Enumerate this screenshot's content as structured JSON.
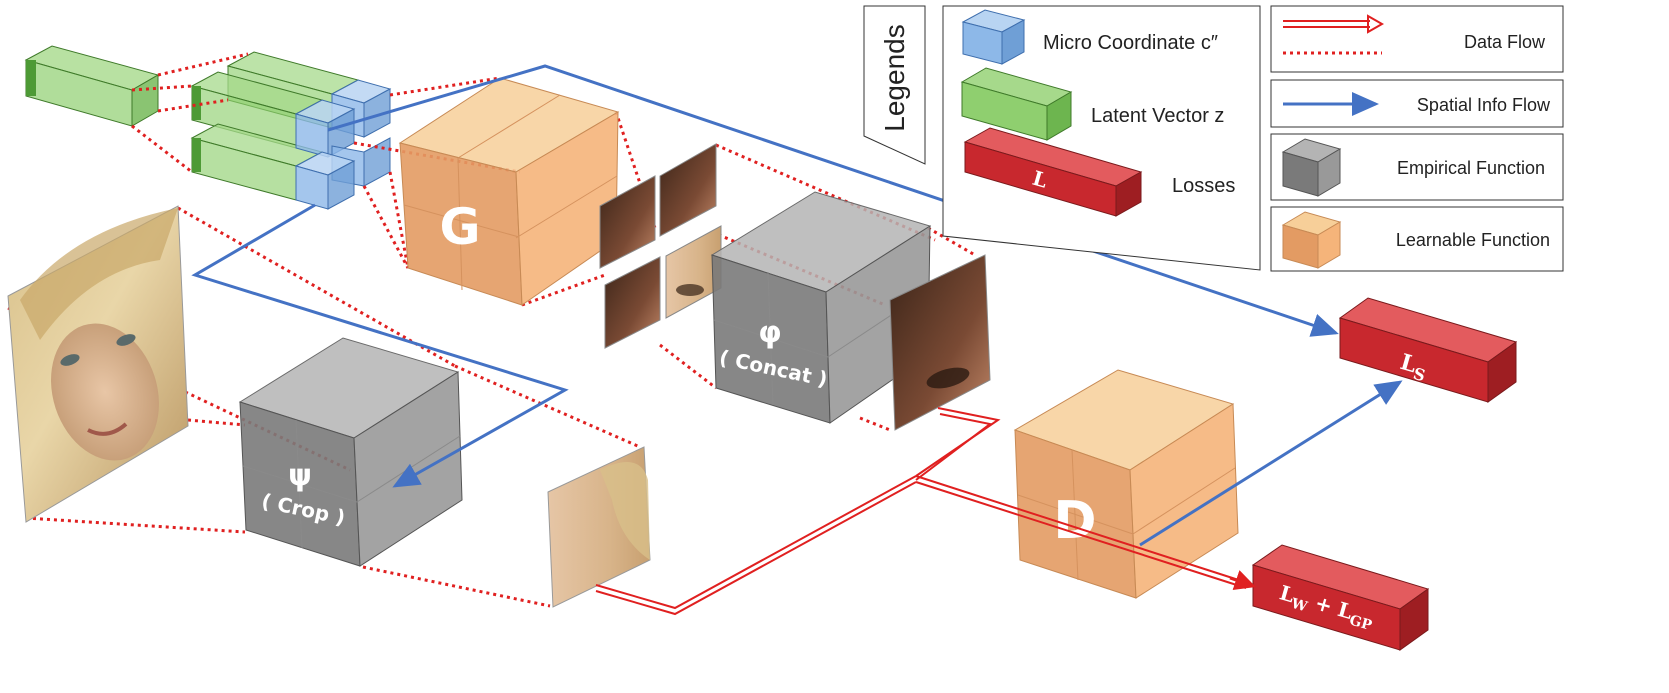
{
  "legend": {
    "title": "Legends",
    "items": [
      {
        "kind": "micro-coordinate",
        "label": "Micro Coordinate c″"
      },
      {
        "kind": "latent-vector",
        "label": "Latent Vector z"
      },
      {
        "kind": "loss",
        "symbol": "L",
        "label": "Losses"
      },
      {
        "kind": "data-flow",
        "label": "Data Flow"
      },
      {
        "kind": "spatial-info-flow",
        "label": "Spatial Info Flow"
      },
      {
        "kind": "empirical-function",
        "label": "Empirical Function"
      },
      {
        "kind": "learnable-function",
        "label": "Learnable Function"
      }
    ]
  },
  "nodes": {
    "generator": {
      "symbol": "G"
    },
    "discriminator": {
      "symbol": "D"
    },
    "concat": {
      "symbol": "φ",
      "caption": "( Concat )"
    },
    "crop": {
      "symbol": "ψ",
      "caption": "( Crop )"
    },
    "loss_spatial": {
      "symbol": "L",
      "sub": "S"
    },
    "loss_adv": {
      "symbol": "L",
      "sub1": "W",
      "op": " + ",
      "sub2": "GP"
    }
  },
  "colors": {
    "data_flow": "#e02020",
    "spatial_flow": "#4472c4",
    "learnable": "#f5b47a",
    "empirical": "#8c8c8c",
    "latent": "#8fcf6f",
    "micro": "#8db8e8",
    "loss": "#c8282e"
  }
}
